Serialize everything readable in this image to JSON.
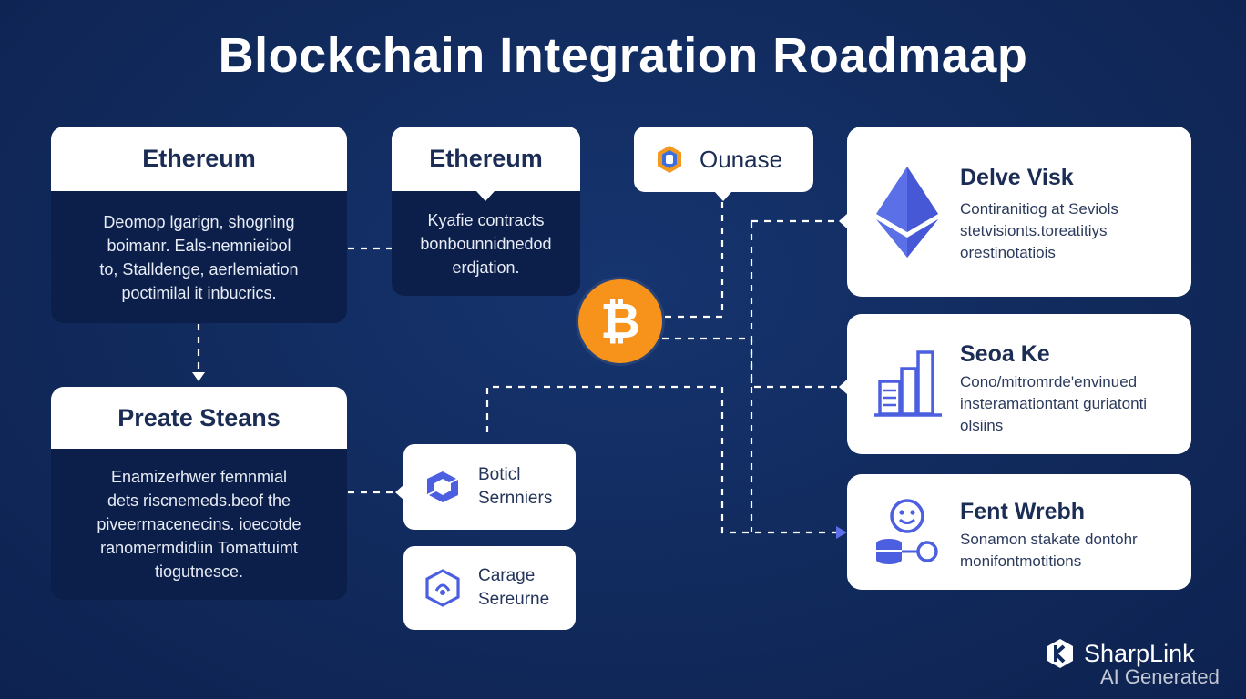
{
  "title": "Blockchain Integration Roadmaap",
  "cards": {
    "ethereum_left": {
      "title": "Ethereum",
      "lines": [
        "Deomop lgarign, shogning",
        "boimanr. Eals-nemnieibol",
        "to, Stalldenge, aerlemiation",
        "poctimilal it inbucrics."
      ]
    },
    "ethereum_center": {
      "title": "Ethereum",
      "lines": [
        "Kyafie contracts",
        "bonbounnidnedod",
        "erdjation."
      ]
    },
    "ounase": {
      "label": "Ounase"
    },
    "preate_steans": {
      "title": "Preate Steans",
      "lines": [
        "Enamizerhwer femnmial",
        "dets riscnemeds.beof the",
        "piveerrnacenecins. ioecotde",
        "ranomermdidiin Tomattuimt",
        "tiogutnesce."
      ]
    },
    "boticl": {
      "line1": "Boticl",
      "line2": "Sernniers"
    },
    "carage": {
      "line1": "Carage",
      "line2": "Sereurne"
    },
    "delve_visk": {
      "title": "Delve Visk",
      "lines": [
        "Contiranitiog at Seviols",
        "stetvisionts.toreatitiys",
        "orestinotatiois"
      ]
    },
    "seoa_ke": {
      "title": "Seoa Ke",
      "lines": [
        "Cono/mitromrde'envinued",
        "insteramationtant guriatonti",
        "olsiins"
      ]
    },
    "fent_wrebh": {
      "title": "Fent Wrebh",
      "lines": [
        "Sonamon stakate dontohr",
        "monifontmotitions"
      ]
    }
  },
  "icons": {
    "ounase": "coinbase-logo-icon",
    "boticl": "sync-arrows-icon",
    "carage": "hexagon-shield-icon",
    "delve_visk": "ethereum-diamond-icon",
    "seoa_ke": "bar-chart-icon",
    "fent_wrebh": "smiley-database-icon",
    "center": "bitcoin-icon",
    "brand": "sharplink-logo-icon"
  },
  "bitcoin_symbol": "₿",
  "brand": {
    "name": "SharpLink",
    "watermark": "AI Generated"
  },
  "colors": {
    "background": "#112a5c",
    "card_dark": "#0b1f4a",
    "card_light": "#ffffff",
    "title_text": "#1b2d55",
    "accent_blue": "#4b5fe0",
    "bitcoin_orange": "#f7931a"
  }
}
